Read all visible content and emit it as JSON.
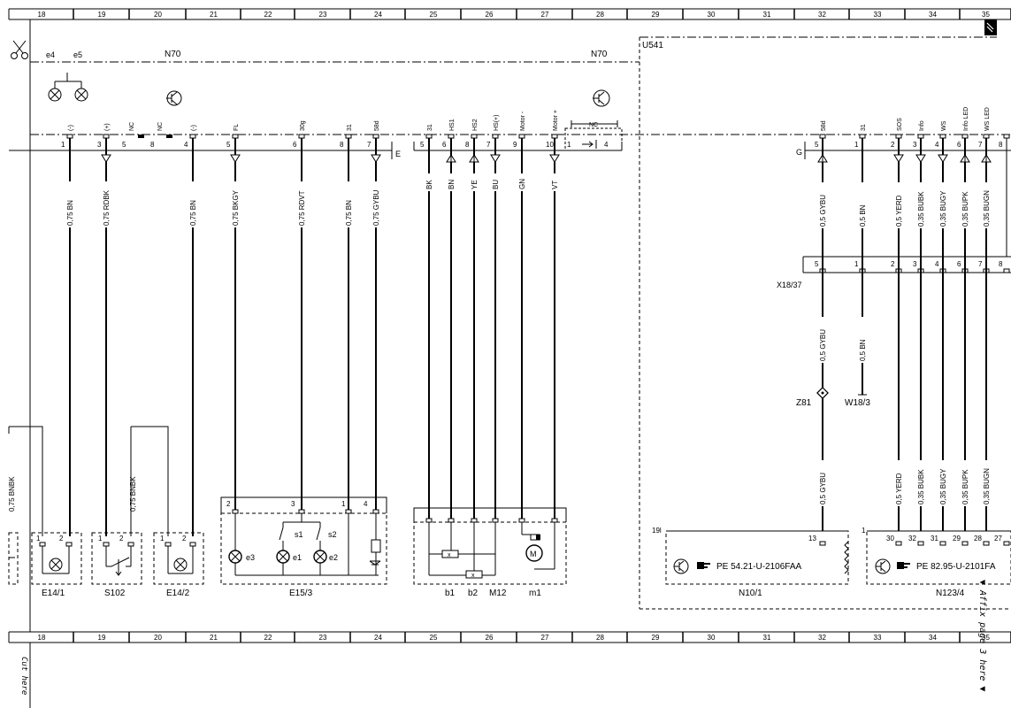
{
  "grid_columns": [
    "18",
    "19",
    "20",
    "21",
    "22",
    "23",
    "24",
    "25",
    "26",
    "27",
    "28",
    "29",
    "30",
    "31",
    "32",
    "33",
    "34",
    "35"
  ],
  "cut_here": "Cut here",
  "affix_note": "▼ Affix page 3 here ▼",
  "module_left": {
    "name_left": "N70",
    "name_right": "N70",
    "lamps": [
      "e4",
      "e5"
    ]
  },
  "module_right": {
    "name": "U541"
  },
  "connector_E": {
    "label": "E",
    "pins": [
      {
        "n": "1",
        "sig": "(-)"
      },
      {
        "n": "3",
        "sig": "(+)"
      },
      {
        "n": "5",
        "sig": "NC"
      },
      {
        "n": "8",
        "sig": "NC"
      },
      {
        "n": "4",
        "sig": "(-)"
      },
      {
        "n": "5",
        "sig": "FL"
      },
      {
        "n": "6",
        "sig": "30g"
      },
      {
        "n": "8",
        "sig": "31"
      },
      {
        "n": "7",
        "sig": "58d"
      }
    ]
  },
  "connector_F": {
    "pins": [
      {
        "n": "5",
        "sig": "31"
      },
      {
        "n": "6",
        "sig": "HS1"
      },
      {
        "n": "8",
        "sig": "HS2"
      },
      {
        "n": "7",
        "sig": "HS(+)"
      },
      {
        "n": "9",
        "sig": "Motor -"
      },
      {
        "n": "10",
        "sig": "Motor +"
      }
    ],
    "nc_box": {
      "label": "NC",
      "pins": [
        "1",
        "4"
      ]
    }
  },
  "connector_G": {
    "label": "G",
    "pins": [
      {
        "n": "5",
        "sig": "58d"
      },
      {
        "n": "1",
        "sig": "31"
      },
      {
        "n": "2",
        "sig": "SOS"
      },
      {
        "n": "3",
        "sig": "Info"
      },
      {
        "n": "4",
        "sig": "WS"
      },
      {
        "n": "6",
        "sig": "Info LED"
      },
      {
        "n": "7",
        "sig": "WS LED"
      },
      {
        "n": "8",
        "sig": ""
      }
    ]
  },
  "wires_left": [
    "0,75 BN",
    "0,75 RDBK",
    "0,75 BN",
    "0,75 BKGY",
    "0,75 RDVT",
    "0,75 BN",
    "0,75 GYBU"
  ],
  "wires_mid": [
    "BK",
    "BN",
    "YE",
    "BU",
    "GN",
    "VT"
  ],
  "wires_right_upper": [
    "0,5 GYBU",
    "0,5 BN",
    "0,5 YERD",
    "0,35 BUBK",
    "0,35 BUGY",
    "0,35 BUPK",
    "0,35 BUGN"
  ],
  "wires_bottom_left": [
    "0,75 BNBK",
    "0,75 BNBK"
  ],
  "x1837": {
    "label": "X18/37",
    "pins": [
      "5",
      "1",
      "2",
      "3",
      "4",
      "6",
      "7",
      "8"
    ]
  },
  "wires_right_mid": [
    "0,5 GYBU",
    "0,5 BN"
  ],
  "splice_z81": "Z81",
  "ground_w183": "W18/3",
  "wires_right_lower": [
    "0,5 GYBU",
    "0,5 YERD",
    "0,35 BUBK",
    "0,35 BUGY",
    "0,35 BUPK",
    "0,35 BUGN"
  ],
  "comp_e141": {
    "label": "E14/1",
    "pins": [
      "1",
      "2"
    ]
  },
  "comp_s102": {
    "label": "S102",
    "pins": [
      "1",
      "2"
    ]
  },
  "comp_e142": {
    "label": "E14/2",
    "pins": [
      "1",
      "2"
    ]
  },
  "comp_e153": {
    "label": "E15/3",
    "pins": [
      "2",
      "3",
      "1",
      "4"
    ],
    "lamps": [
      "e3",
      "e1",
      "e2"
    ],
    "switches": [
      "s1",
      "s2"
    ]
  },
  "comp_m12": {
    "labels": [
      "b1",
      "b2",
      "M12",
      "m1"
    ]
  },
  "comp_n101": {
    "label": "N10/1",
    "ref": "PE 54.21-U-2106FAA",
    "pin_left": "19l",
    "pin": "13"
  },
  "comp_n1234": {
    "label": "N123/4",
    "ref": "PE 82.95-U-2101FA",
    "pin_left": "1",
    "pins": [
      "30",
      "32",
      "31",
      "29",
      "28",
      "27"
    ]
  }
}
